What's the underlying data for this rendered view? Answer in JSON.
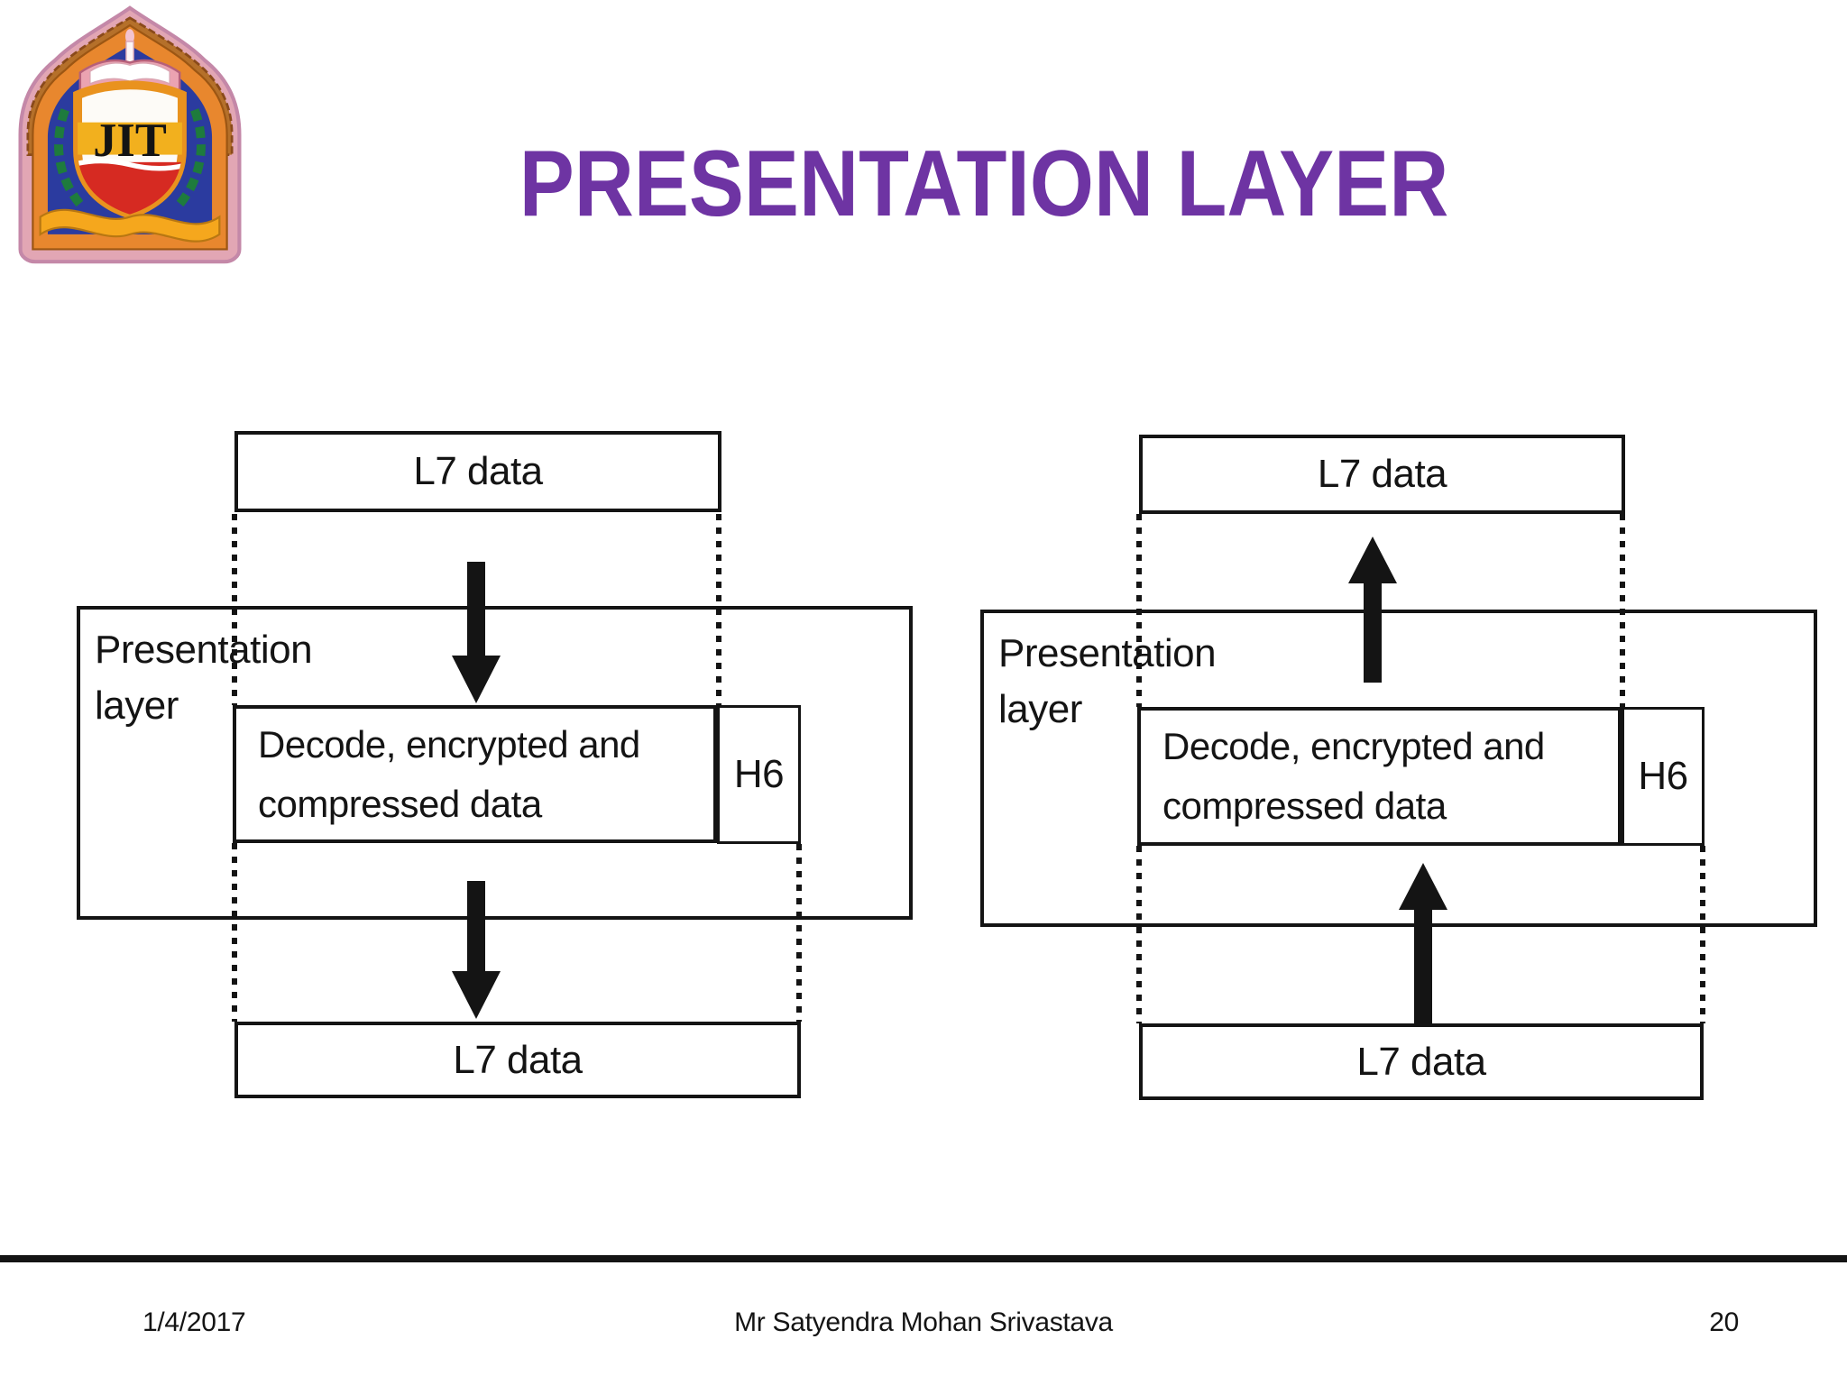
{
  "title": "PRESENTATION LAYER",
  "logo": {
    "monogram": "JIT"
  },
  "diagrams": {
    "left": {
      "direction": "down",
      "top_box": "L7 data",
      "layer_label_line1": "Presentation",
      "layer_label_line2": "layer",
      "process_line1": "Decode, encrypted and",
      "process_line2": "compressed data",
      "header_box": "H6",
      "bottom_box": "L7 data"
    },
    "right": {
      "direction": "up",
      "top_box": "L7 data",
      "layer_label_line1": "Presentation",
      "layer_label_line2": "layer",
      "process_line1": "Decode, encrypted and",
      "process_line2": "compressed data",
      "header_box": "H6",
      "bottom_box": "L7 data"
    }
  },
  "footer": {
    "date": "1/4/2017",
    "author": "Mr Satyendra Mohan Srivastava",
    "page_number": "20"
  },
  "colors": {
    "title_purple": "#6e34a3",
    "diagram_stroke": "#141414",
    "footer_line": "#141414",
    "logo_pink": "#e2a6b4",
    "logo_orange": "#e8872e",
    "logo_blue": "#2b3b9f",
    "logo_gold": "#f2b01e",
    "logo_red": "#d62a22",
    "logo_green": "#1e7b3d"
  }
}
